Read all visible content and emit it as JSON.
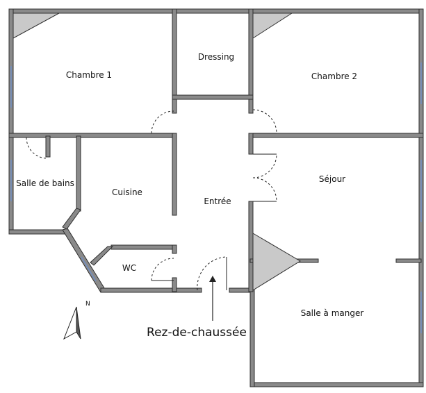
{
  "plan": {
    "title": "Rez-de-chaussée",
    "north": "N",
    "rooms": {
      "chambre1": "Chambre 1",
      "dressing": "Dressing",
      "chambre2": "Chambre 2",
      "salle_de_bains": "Salle de bains",
      "cuisine": "Cuisine",
      "entree": "Entrée",
      "sejour": "Séjour",
      "wc": "WC",
      "salle_a_manger": "Salle à manger"
    }
  }
}
